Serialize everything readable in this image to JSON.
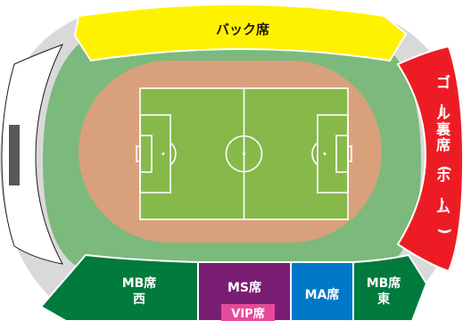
{
  "sections": {
    "back": {
      "label": "バック席",
      "color": "#fff200",
      "text_color": "#231815"
    },
    "goal_home": {
      "label_chars": [
        "ゴ",
        "ー",
        "ル",
        "裏",
        "席",
        "(",
        "ホ",
        "ー",
        "ム",
        ")"
      ],
      "color": "#ed1c24",
      "text_color": "#ffffff"
    },
    "goal_away": {
      "color": "#ffffff"
    },
    "mb_west": {
      "line1": "MB席",
      "line2": "西",
      "color": "#007a3d",
      "text_color": "#ffffff"
    },
    "ms": {
      "line1": "MS席",
      "color": "#7a1e74",
      "text_color": "#ffffff"
    },
    "vip": {
      "label": "VIP席",
      "color": "#e64a9b",
      "text_color": "#ffffff"
    },
    "ma": {
      "line1": "MA席",
      "color": "#0078c8",
      "text_color": "#ffffff"
    },
    "mb_east": {
      "line1": "MB席",
      "line2": "東",
      "color": "#007a3d",
      "text_color": "#ffffff"
    }
  },
  "colors": {
    "background": "#ffffff",
    "outer_ring": "#d9d9d9",
    "grass_ring": "#7cb97d",
    "track": "#d9a07c",
    "pitch": "#86b94a",
    "pitch_lines": "#ffffff",
    "scoreboard": "#595757",
    "section_border": "#ffffff"
  }
}
